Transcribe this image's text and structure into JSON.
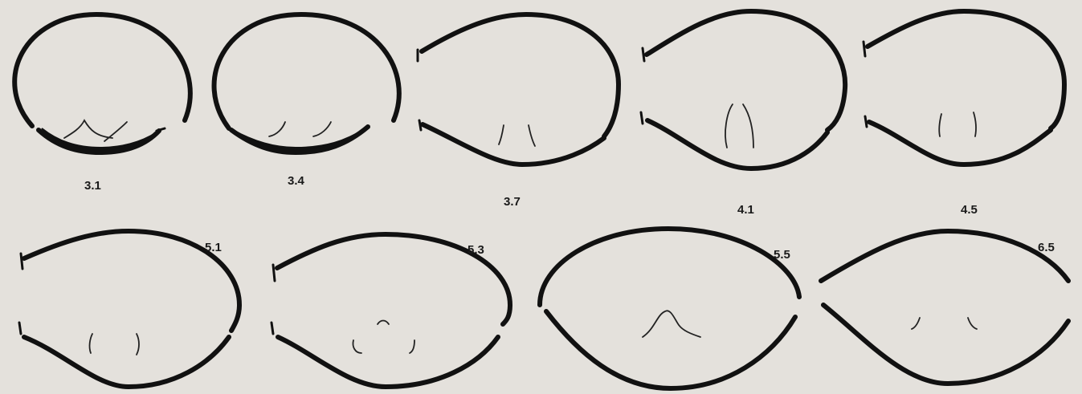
{
  "stages": [
    {
      "id": "s31",
      "label": "3.1"
    },
    {
      "id": "s34",
      "label": "3.4"
    },
    {
      "id": "s37",
      "label": "3.7"
    },
    {
      "id": "s41",
      "label": "4.1"
    },
    {
      "id": "s45",
      "label": "4.5"
    },
    {
      "id": "s51",
      "label": "5.1"
    },
    {
      "id": "s53",
      "label": "5.3"
    },
    {
      "id": "s55",
      "label": "5.5"
    },
    {
      "id": "s65",
      "label": "6.5"
    }
  ]
}
